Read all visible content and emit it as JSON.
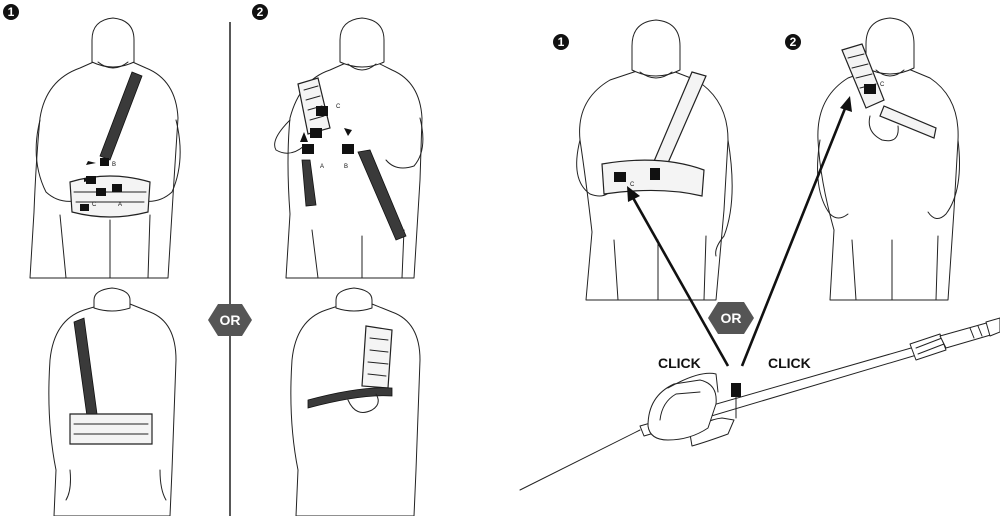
{
  "steps_left": {
    "one": "1",
    "two": "2"
  },
  "steps_right": {
    "one": "1",
    "two": "2"
  },
  "or_badges": {
    "left": "OR",
    "right": "OR"
  },
  "click_labels": {
    "left": "CLICK",
    "right": "CLICK"
  },
  "part_labels": {
    "p1_b": "B",
    "p1_c": "C",
    "p1_a": "A",
    "p2_c": "C",
    "p2_a": "A",
    "p2_b": "B",
    "p3_c": "C",
    "p4_c": "C"
  },
  "colors": {
    "line": "#222222",
    "strap": "#3a3a3a",
    "badge": "#555555",
    "background": "#ffffff"
  }
}
